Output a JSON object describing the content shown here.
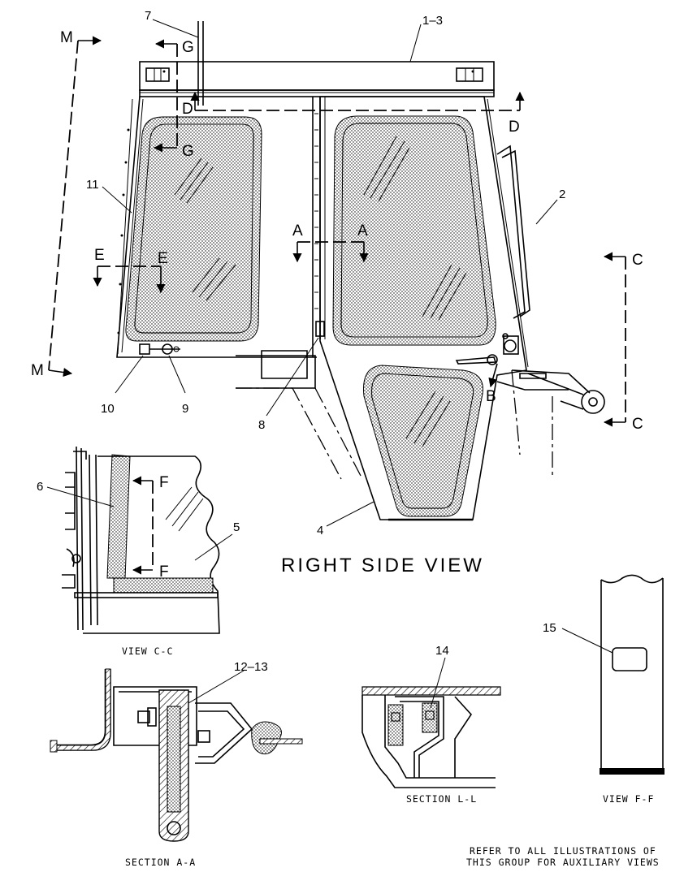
{
  "callouts": {
    "c1_3": "1–3",
    "c2": "2",
    "c4": "4",
    "c5": "5",
    "c6": "6",
    "c7": "7",
    "c8": "8",
    "c9": "9",
    "c10": "10",
    "c11": "11",
    "c12_13": "12–13",
    "c14": "14",
    "c15": "15"
  },
  "section_markers": {
    "A": "A",
    "B": "B",
    "C": "C",
    "D": "D",
    "E": "E",
    "F": "F",
    "G": "G",
    "M": "M"
  },
  "captions": {
    "main_view": "RIGHT SIDE VIEW",
    "view_cc": "VIEW C-C",
    "section_aa": "SECTION A-A",
    "section_ll": "SECTION L-L",
    "view_ff": "VIEW F-F",
    "note_line1": "REFER TO ALL ILLUSTRATIONS OF",
    "note_line2": "THIS GROUP FOR AUXILIARY VIEWS"
  }
}
